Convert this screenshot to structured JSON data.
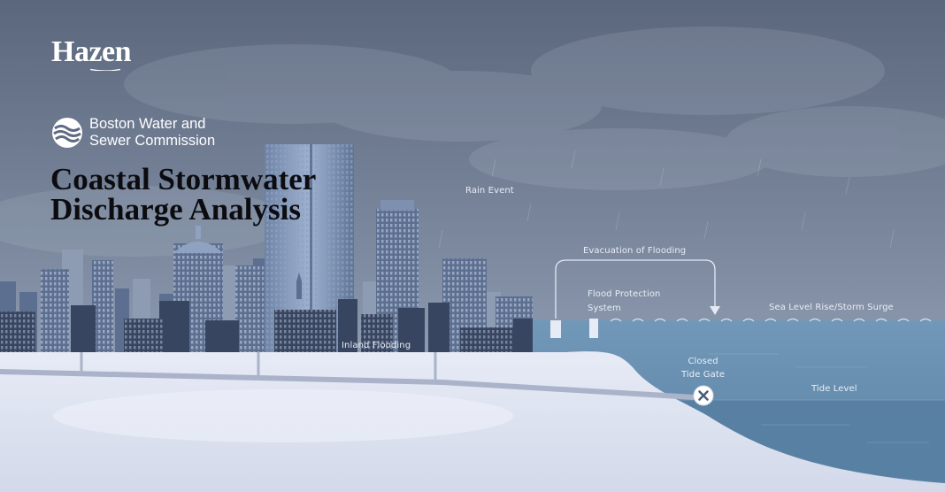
{
  "branding": {
    "hazen_logo": "Hazen",
    "partner_logo_line1": "Boston Water and",
    "partner_logo_line2": "Sewer Commission"
  },
  "title_line1": "Coastal Stormwater",
  "title_line2": "Discharge Analysis",
  "labels": {
    "rain_event": "Rain Event",
    "evacuation": "Evacuation of Flooding",
    "flood_protection_line1": "Flood Protection",
    "flood_protection_line2": "System",
    "sea_level": "Sea Level Rise/Storm Surge",
    "inland_flooding": "Inland Flooding",
    "closed_tide_gate_line1": "Closed",
    "closed_tide_gate_line2": "Tide Gate",
    "tide_level": "Tide Level"
  },
  "colors": {
    "sky_top": "#5e6b82",
    "sky_bottom": "#9aa9bd",
    "water": "#6d92b4",
    "water_deep": "#587fa3",
    "ground": "#dde2f0",
    "buildings": "#3a4861",
    "pipe": "#aab3c9"
  },
  "icons": {
    "partner_logo": "waves-logo-icon",
    "evacuation_arrow": "arrow-down-icon",
    "tide_gate": "close-x-icon"
  }
}
